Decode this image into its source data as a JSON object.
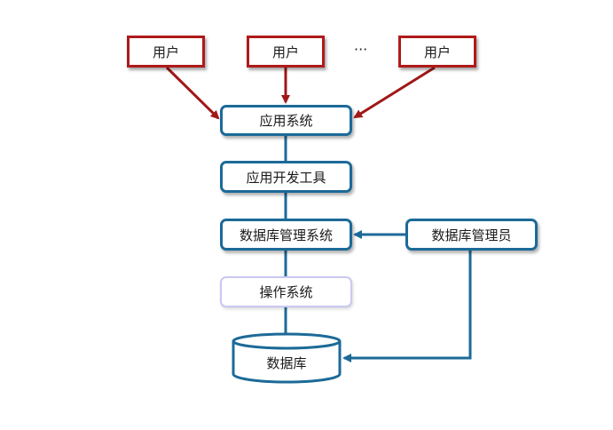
{
  "diagram": {
    "users": [
      {
        "label": "用户"
      },
      {
        "label": "用户"
      },
      {
        "label": "用户"
      }
    ],
    "ellipsis": "···",
    "application_system": {
      "label": "应用系统"
    },
    "dev_tools": {
      "label": "应用开发工具"
    },
    "dbms": {
      "label": "数据库管理系统"
    },
    "dba": {
      "label": "数据库管理员"
    },
    "os": {
      "label": "操作系统"
    },
    "database": {
      "label": "数据库"
    },
    "colors": {
      "user_border": "#b01a1a",
      "system_border": "#1c6a98",
      "os_border": "#c9c8f2",
      "user_arrow": "#a01818",
      "system_line": "#1c6a98"
    }
  }
}
